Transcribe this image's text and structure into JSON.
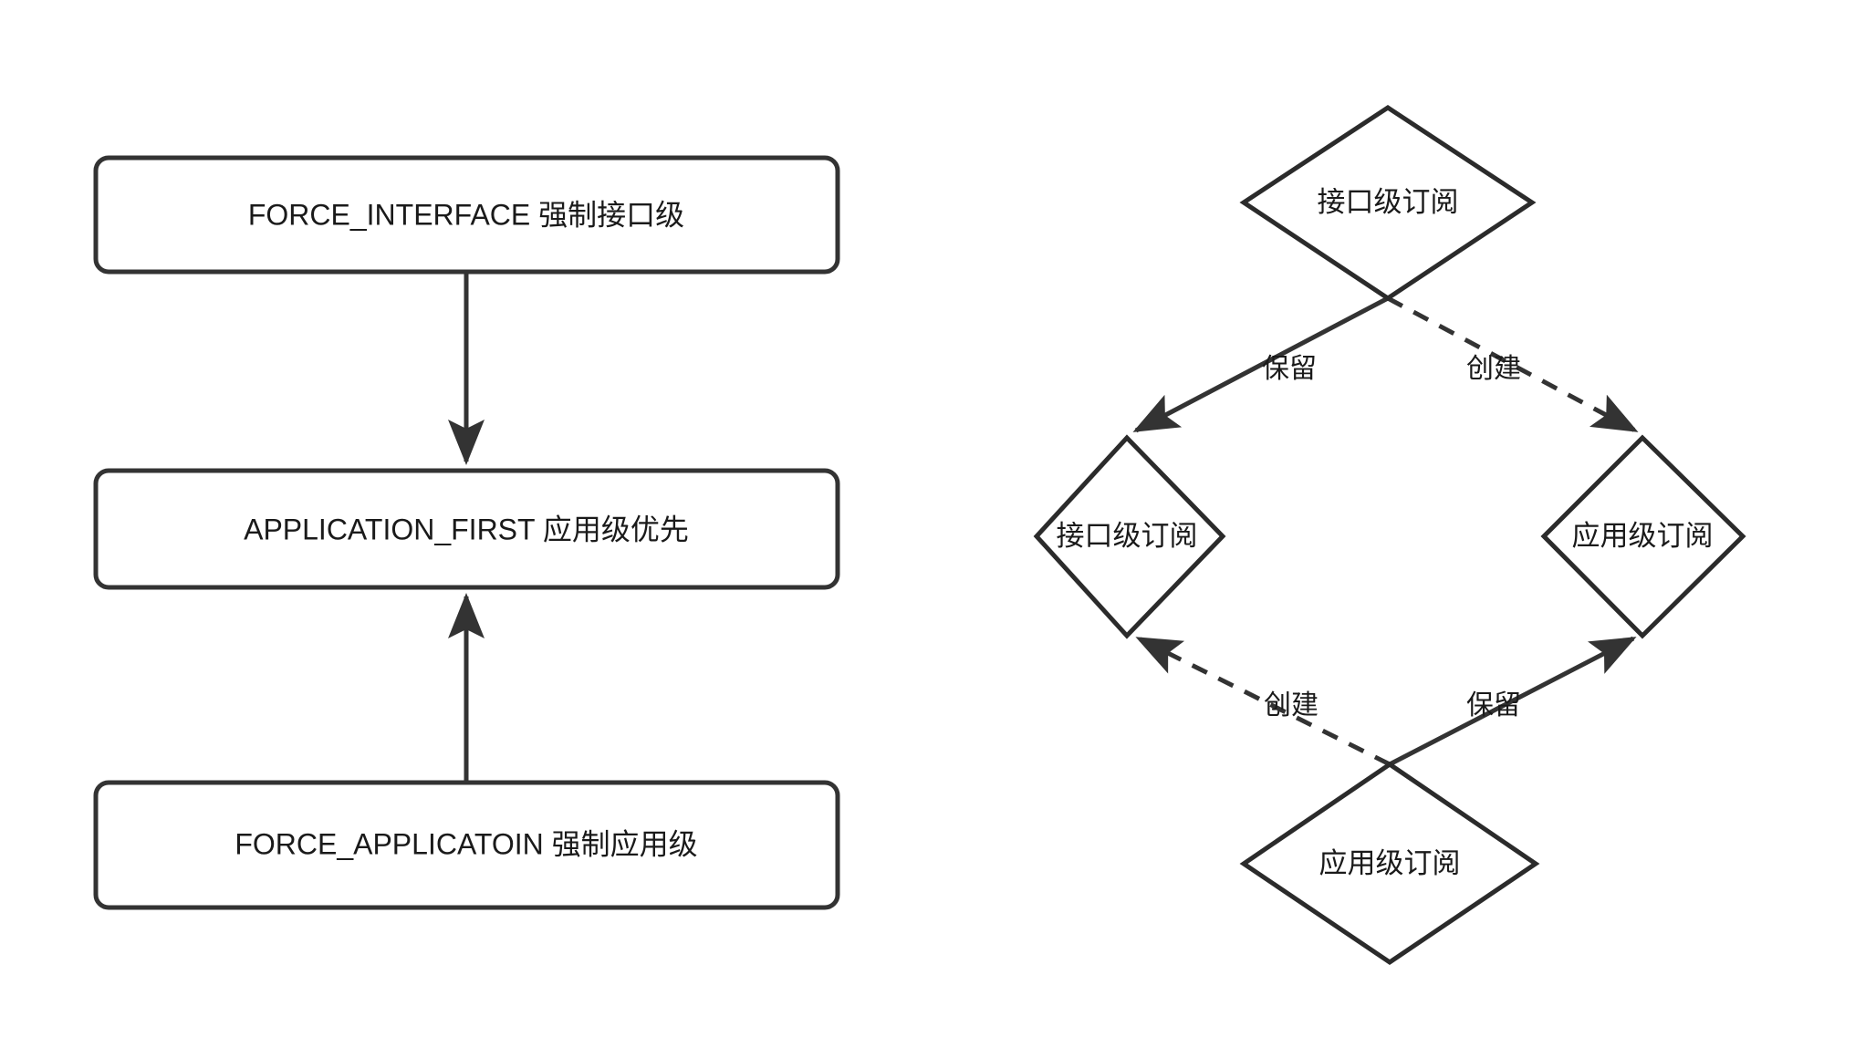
{
  "diagram": {
    "background_color": "#ffffff",
    "stroke_color": "#333333",
    "text_color": "#1a1a1a",
    "left_flow": {
      "title": "",
      "nodes": [
        {
          "id": "force-interface",
          "label": "FORCE_INTERFACE 强制接口级",
          "shape": "rounded-rect"
        },
        {
          "id": "application-first",
          "label": "APPLICATION_FIRST 应用级优先",
          "shape": "rounded-rect"
        },
        {
          "id": "force-application",
          "label": "FORCE_APPLICATOIN 强制应用级",
          "shape": "rounded-rect"
        }
      ],
      "edges": [
        {
          "from": "force-interface",
          "to": "application-first",
          "label": "",
          "style": "solid",
          "direction": "down"
        },
        {
          "from": "force-application",
          "to": "application-first",
          "label": "",
          "style": "solid",
          "direction": "up"
        }
      ]
    },
    "right_flow": {
      "nodes": [
        {
          "id": "top-interface",
          "label": "接口级订阅",
          "shape": "diamond"
        },
        {
          "id": "mid-interface",
          "label": "接口级订阅",
          "shape": "diamond"
        },
        {
          "id": "mid-application",
          "label": "应用级订阅",
          "shape": "diamond"
        },
        {
          "id": "bottom-application",
          "label": "应用级订阅",
          "shape": "diamond"
        }
      ],
      "edges": [
        {
          "from": "top-interface",
          "to": "mid-interface",
          "label": "保留",
          "style": "solid"
        },
        {
          "from": "top-interface",
          "to": "mid-application",
          "label": "创建",
          "style": "dashed"
        },
        {
          "from": "bottom-application",
          "to": "mid-interface",
          "label": "创建",
          "style": "dashed"
        },
        {
          "from": "bottom-application",
          "to": "mid-application",
          "label": "保留",
          "style": "solid"
        }
      ]
    }
  }
}
